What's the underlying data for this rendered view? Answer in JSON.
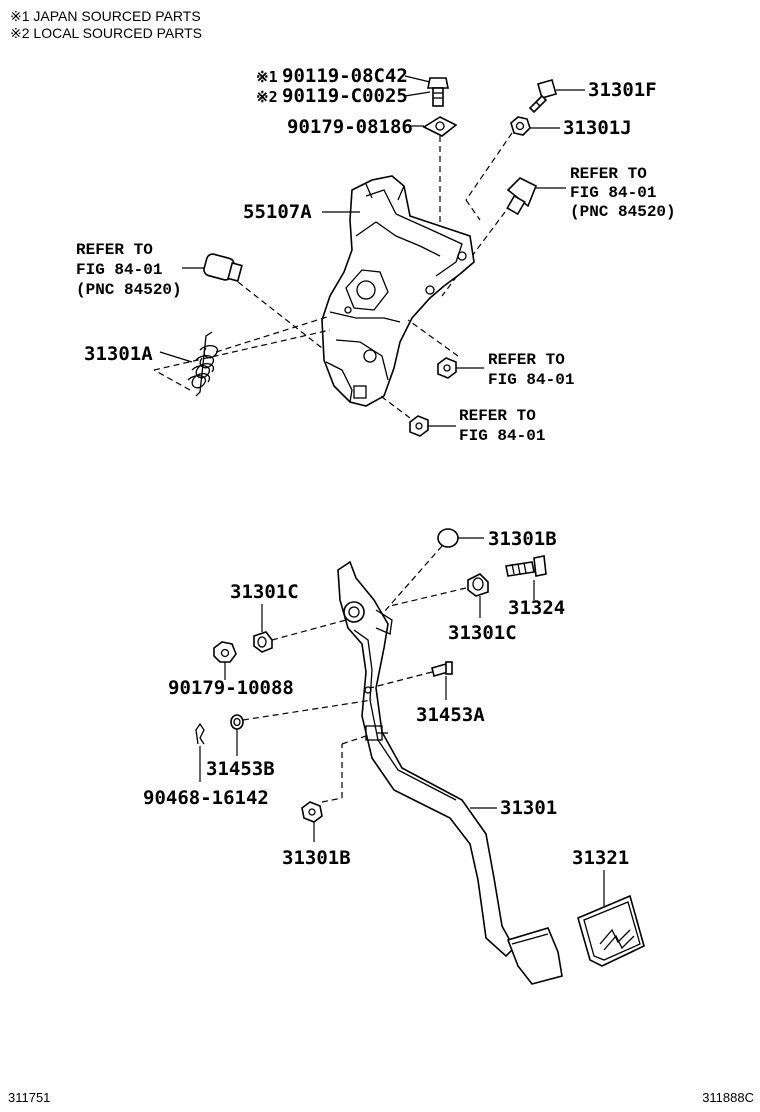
{
  "legend": {
    "note1": "※1 JAPAN SOURCED PARTS",
    "note2": "※2 LOCAL SOURCED PARTS"
  },
  "footer": {
    "left_code": "311751",
    "right_code": "311888C"
  },
  "upper_assembly": {
    "bolt_japan": {
      "mark": "※1",
      "number": "90119-08C42"
    },
    "bolt_local": {
      "mark": "※2",
      "number": "90119-C0025"
    },
    "nut_plate": "90179-08186",
    "bracket": "55107A",
    "bolt_f": "31301F",
    "nut_j": "31301J",
    "spring": "31301A",
    "refer_switch_right": {
      "line1": "REFER TO",
      "line2": "FIG 84-01",
      "line3": "(PNC 84520)"
    },
    "refer_switch_left": {
      "line1": "REFER TO",
      "line2": "FIG 84-01",
      "line3": "(PNC 84520)"
    },
    "refer_nut_upper": {
      "line1": "REFER TO",
      "line2": "FIG 84-01"
    },
    "refer_nut_lower": {
      "line1": "REFER TO",
      "line2": "FIG 84-01"
    }
  },
  "lower_assembly": {
    "cushion_top": "31301B",
    "bushing_left": "31301C",
    "bushing_right": "31301C",
    "bolt_pivot": "31324",
    "nut_pivot": "90179-10088",
    "pin_a": "31453A",
    "pin_b": "31453B",
    "clip": "90468-16142",
    "cushion_bottom": "31301B",
    "pedal_arm": "31301",
    "pedal_pad": "31321"
  }
}
